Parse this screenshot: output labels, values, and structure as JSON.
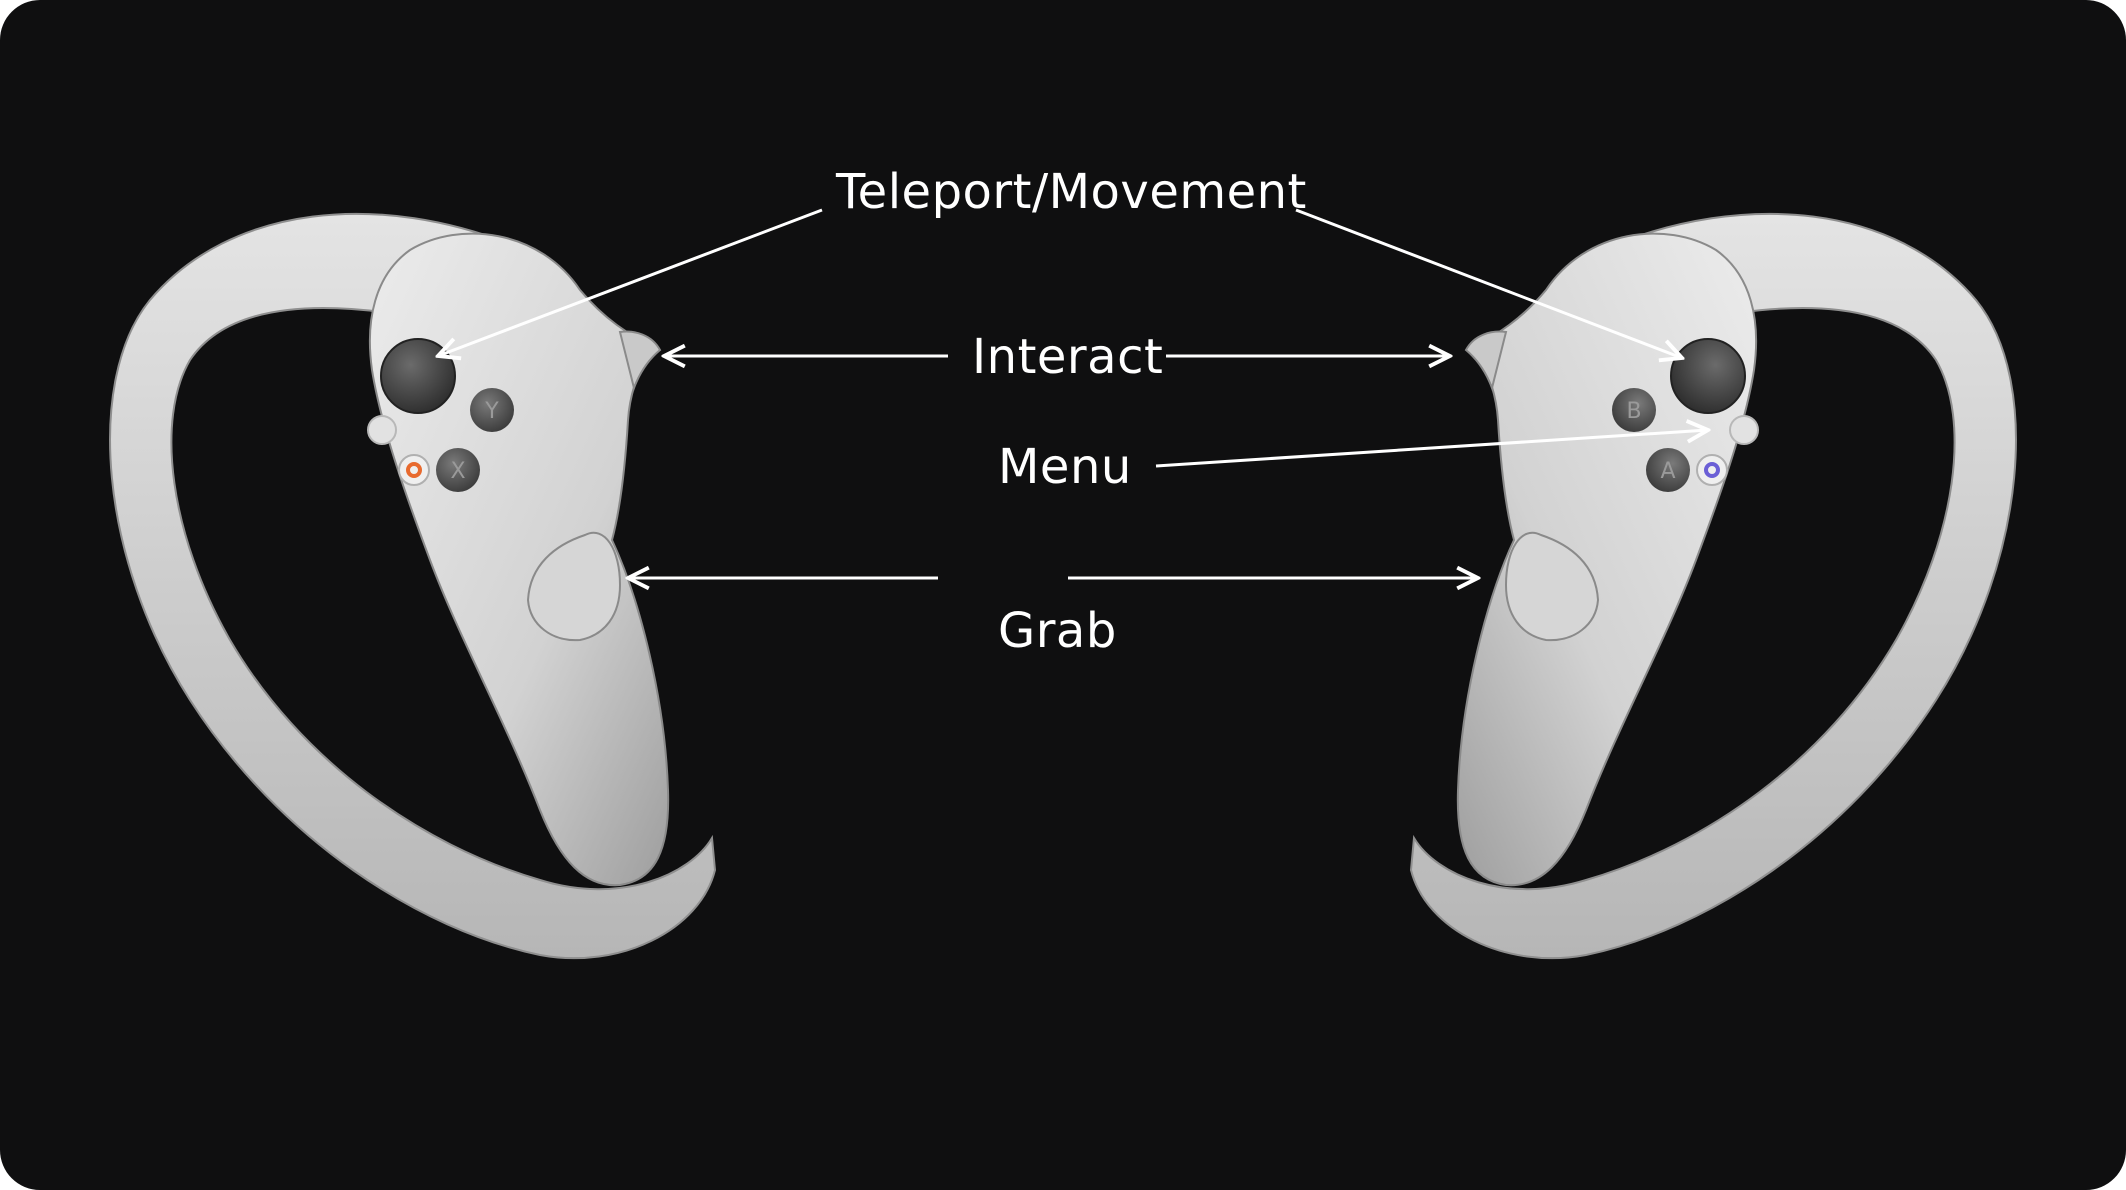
{
  "colors": {
    "background": "#0f0f10",
    "controller_body": "#d9d9d9",
    "controller_shadow": "#a8a8a8",
    "annotation": "#ffffff",
    "left_oculus_button": "#e86a2e",
    "right_oculus_button": "#6b5fd6"
  },
  "labels": {
    "teleport": "Teleport/Movement",
    "interact": "Interact",
    "menu": "Menu",
    "grab": "Grab"
  },
  "left_controller": {
    "buttons": {
      "y": "Y",
      "x": "X"
    }
  },
  "right_controller": {
    "buttons": {
      "b": "B",
      "a": "A"
    }
  }
}
